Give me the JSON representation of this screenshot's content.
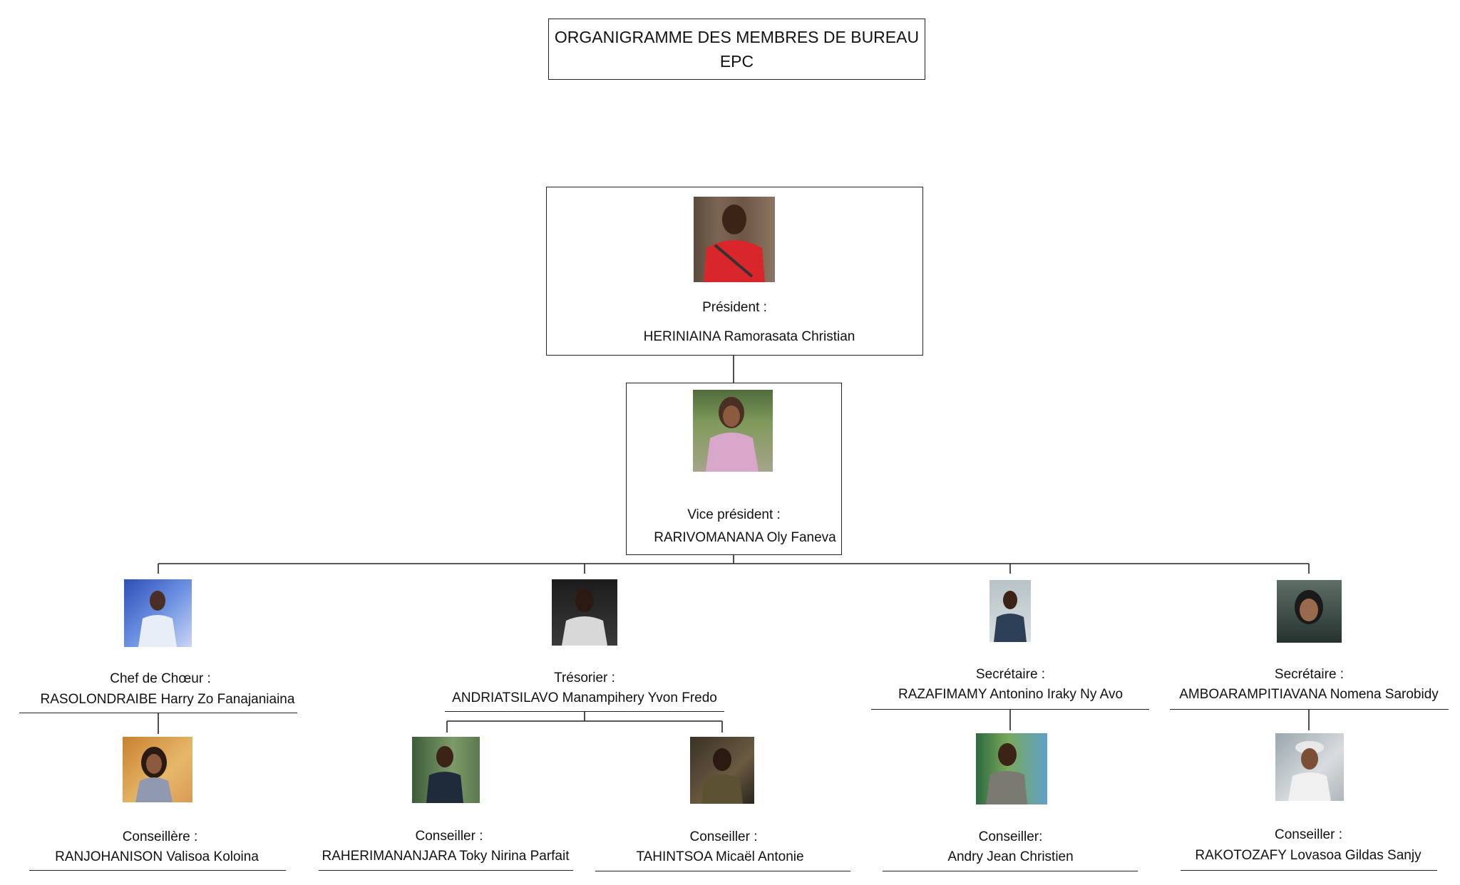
{
  "header": {
    "title_line1": "ORGANIGRAMME DES MEMBRES DE BUREAU",
    "title_line2": "EPC"
  },
  "president": {
    "role": "Président :",
    "name": "HERINIAINA Ramorasata Christian"
  },
  "vice_president": {
    "role": "Vice président :",
    "name": "RARIVOMANANA Oly Faneva"
  },
  "level2": [
    {
      "role": "Chef de Chœur :",
      "name": "RASOLONDRAIBE Harry Zo Fanajaniaina"
    },
    {
      "role": "Trésorier :",
      "name": "ANDRIATSILAVO Manampihery  Yvon Fredo"
    },
    {
      "role": "Secrétaire :",
      "name": "RAZAFIMAMY Antonino Iraky Ny Avo"
    },
    {
      "role": "Secrétaire :",
      "name": "AMBOARAMPITIAVANA Nomena Sarobidy"
    }
  ],
  "level3": [
    {
      "role": "Conseillère :",
      "name": "RANJOHANISON Valisoa Koloina"
    },
    {
      "role": "Conseiller :",
      "name": "RAHERIMANANJARA Toky Nirina Parfait"
    },
    {
      "role": "Conseiller :",
      "name": "TAHINTSOA Micaël Antonie"
    },
    {
      "role": "Conseiller:",
      "name": "Andry Jean Christien"
    },
    {
      "role": "Conseiller :",
      "name": "RAKOTOZAFY Lovasoa Gildas Sanjy"
    }
  ],
  "colors": {
    "line": "#222222",
    "president_shirt": "#d9262b",
    "vp_top": "#d7a6c9"
  }
}
